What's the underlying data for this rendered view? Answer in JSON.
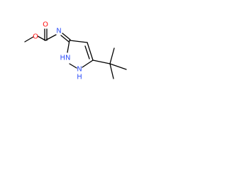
{
  "structure": {
    "atoms": {
      "carbonyl_oxygen": {
        "label": "O",
        "color": "#ff0d0d"
      },
      "ester_oxygen": {
        "label": "O",
        "color": "#ff0d0d"
      },
      "imine_nitrogen": {
        "label": "N",
        "color": "#3050f8"
      },
      "ring_nh_1": {
        "label": "HN",
        "color": "#3050f8"
      },
      "ring_nh_2": {
        "label": "N",
        "color": "#3050f8"
      },
      "ring_nh_2_h": {
        "label": "H",
        "color": "#3050f8"
      }
    },
    "bond_color": "#000000"
  }
}
